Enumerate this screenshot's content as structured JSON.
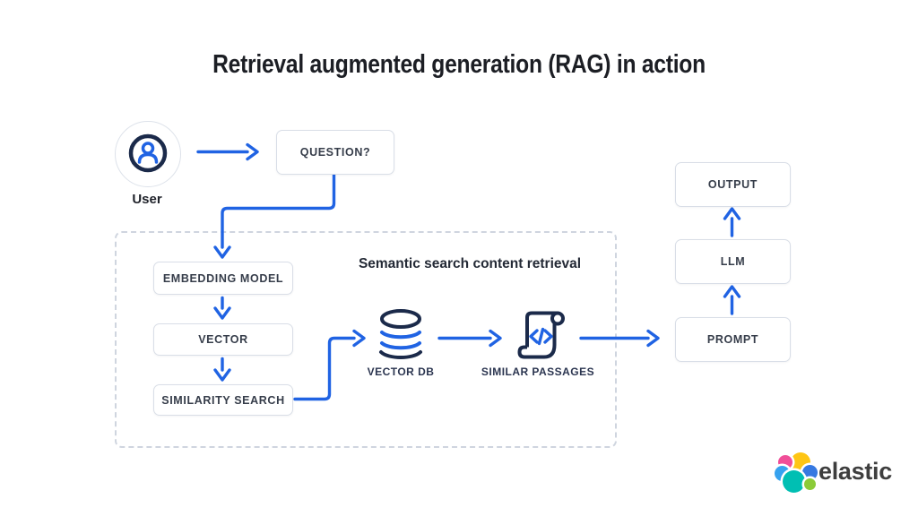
{
  "title": "Retrieval augmented generation (RAG) in action",
  "user": {
    "label": "User"
  },
  "nodes": {
    "question": "QUESTION?",
    "embedding_model": "EMBEDDING MODEL",
    "vector": "VECTOR",
    "similarity_search": "SIMILARITY SEARCH",
    "prompt": "PROMPT",
    "llm": "LLM",
    "output": "OUTPUT"
  },
  "retrieval_group": {
    "heading": "Semantic search content retrieval",
    "vector_db_label": "VECTOR DB",
    "similar_passages_label": "SIMILAR PASSAGES"
  },
  "logo": {
    "wordmark": "elastic"
  },
  "icons": {
    "user": "user-icon",
    "vector_db": "database-cylinder-icon",
    "similar_passages": "code-scroll-icon",
    "brand": "elastic-cluster-logo-icon"
  },
  "colors": {
    "arrow_blue": "#2063E3",
    "icon_navy": "#1B2A4A",
    "box_border": "#D9DEE7",
    "dashed_border": "#CFD5DF",
    "title_text": "#1C1E24",
    "logo_yellow": "#FEC514",
    "logo_pink": "#F04E98",
    "logo_teal": "#00BFB3",
    "logo_blue": "#3779E1",
    "logo_azure": "#36A2EF",
    "logo_green": "#8BCB38"
  }
}
